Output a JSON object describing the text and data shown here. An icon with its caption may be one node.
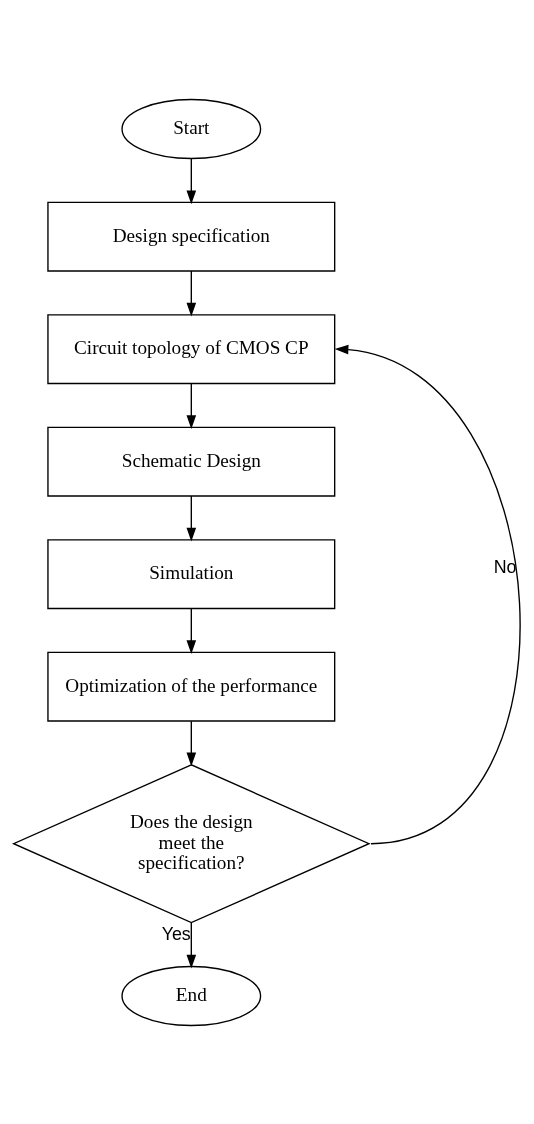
{
  "diagram": {
    "nodes": [
      {
        "text": [
          "Start"
        ]
      },
      {
        "text": [
          "Design specification"
        ]
      },
      {
        "text": [
          "Circuit topology of CMOS CP"
        ]
      },
      {
        "text": [
          "Schematic Design"
        ]
      },
      {
        "text": [
          "Simulation"
        ]
      },
      {
        "text": [
          "Optimization of the performance"
        ]
      },
      {
        "text": [
          "Does the design meet the specification?"
        ]
      },
      {
        "text": [
          "End"
        ]
      }
    ],
    "edges": [
      {
        "from": 0,
        "to": 1,
        "arrow": "to"
      },
      {
        "from": 1,
        "to": 2,
        "arrow": "to"
      },
      {
        "from": 2,
        "to": 3,
        "arrow": "to"
      },
      {
        "from": 3,
        "to": 4,
        "arrow": "to"
      },
      {
        "from": 4,
        "to": 5,
        "arrow": "to"
      },
      {
        "from": 5,
        "to": 6,
        "arrow": "to"
      },
      {
        "from": 6,
        "to": 2,
        "arrow": "to",
        "label": "No"
      },
      {
        "from": 6,
        "to": 7,
        "arrow": "to",
        "label": "Yes"
      }
    ]
  }
}
